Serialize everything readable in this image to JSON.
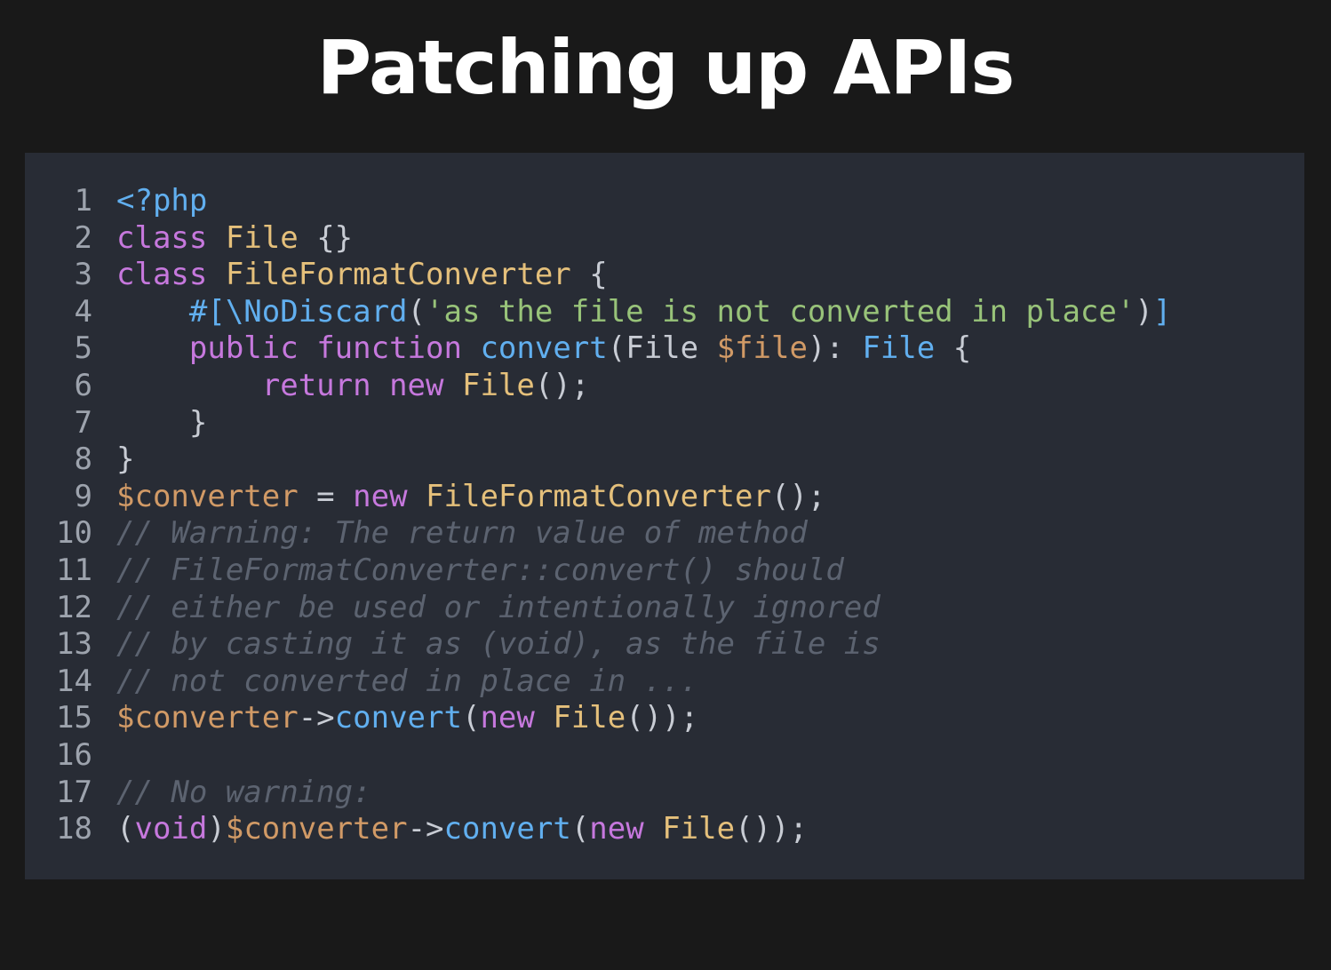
{
  "slide": {
    "title": "Patching up APIs"
  },
  "code": {
    "language": "php",
    "lines": [
      {
        "n": "1",
        "tokens": [
          {
            "t": "tag",
            "s": "<?php"
          }
        ]
      },
      {
        "n": "2",
        "tokens": [
          {
            "t": "k",
            "s": "class"
          },
          {
            "t": "p",
            "s": " "
          },
          {
            "t": "cl",
            "s": "File"
          },
          {
            "t": "p",
            "s": " {}"
          }
        ]
      },
      {
        "n": "3",
        "tokens": [
          {
            "t": "k",
            "s": "class"
          },
          {
            "t": "p",
            "s": " "
          },
          {
            "t": "cl",
            "s": "FileFormatConverter"
          },
          {
            "t": "p",
            "s": " {"
          }
        ]
      },
      {
        "n": "4",
        "tokens": [
          {
            "t": "p",
            "s": "    "
          },
          {
            "t": "fn",
            "s": "#[\\NoDiscard"
          },
          {
            "t": "p",
            "s": "("
          },
          {
            "t": "s",
            "s": "'as the file is not converted in place'"
          },
          {
            "t": "p",
            "s": ")"
          },
          {
            "t": "fn",
            "s": "]"
          }
        ]
      },
      {
        "n": "5",
        "tokens": [
          {
            "t": "p",
            "s": "    "
          },
          {
            "t": "k",
            "s": "public"
          },
          {
            "t": "p",
            "s": " "
          },
          {
            "t": "k",
            "s": "function"
          },
          {
            "t": "p",
            "s": " "
          },
          {
            "t": "fn",
            "s": "convert"
          },
          {
            "t": "p",
            "s": "(File "
          },
          {
            "t": "v",
            "s": "$file"
          },
          {
            "t": "p",
            "s": "): "
          },
          {
            "t": "fn",
            "s": "File"
          },
          {
            "t": "p",
            "s": " {"
          }
        ]
      },
      {
        "n": "6",
        "tokens": [
          {
            "t": "p",
            "s": "        "
          },
          {
            "t": "k",
            "s": "return"
          },
          {
            "t": "p",
            "s": " "
          },
          {
            "t": "k",
            "s": "new"
          },
          {
            "t": "p",
            "s": " "
          },
          {
            "t": "cl",
            "s": "File"
          },
          {
            "t": "p",
            "s": "();"
          }
        ]
      },
      {
        "n": "7",
        "tokens": [
          {
            "t": "p",
            "s": "    }"
          }
        ]
      },
      {
        "n": "8",
        "tokens": [
          {
            "t": "p",
            "s": "}"
          }
        ]
      },
      {
        "n": "9",
        "tokens": [
          {
            "t": "v",
            "s": "$converter"
          },
          {
            "t": "p",
            "s": " = "
          },
          {
            "t": "k",
            "s": "new"
          },
          {
            "t": "p",
            "s": " "
          },
          {
            "t": "cl",
            "s": "FileFormatConverter"
          },
          {
            "t": "p",
            "s": "();"
          }
        ]
      },
      {
        "n": "10",
        "tokens": [
          {
            "t": "c",
            "s": "// Warning: The return value of method"
          }
        ]
      },
      {
        "n": "11",
        "tokens": [
          {
            "t": "c",
            "s": "// FileFormatConverter::convert() should"
          }
        ]
      },
      {
        "n": "12",
        "tokens": [
          {
            "t": "c",
            "s": "// either be used or intentionally ignored"
          }
        ]
      },
      {
        "n": "13",
        "tokens": [
          {
            "t": "c",
            "s": "// by casting it as (void), as the file is"
          }
        ]
      },
      {
        "n": "14",
        "tokens": [
          {
            "t": "c",
            "s": "// not converted in place in ..."
          }
        ]
      },
      {
        "n": "15",
        "tokens": [
          {
            "t": "v",
            "s": "$converter"
          },
          {
            "t": "p",
            "s": "->"
          },
          {
            "t": "fn",
            "s": "convert"
          },
          {
            "t": "p",
            "s": "("
          },
          {
            "t": "k",
            "s": "new"
          },
          {
            "t": "p",
            "s": " "
          },
          {
            "t": "cl",
            "s": "File"
          },
          {
            "t": "p",
            "s": "());"
          }
        ]
      },
      {
        "n": "16",
        "tokens": []
      },
      {
        "n": "17",
        "tokens": [
          {
            "t": "c",
            "s": "// No warning:"
          }
        ]
      },
      {
        "n": "18",
        "tokens": [
          {
            "t": "p",
            "s": "("
          },
          {
            "t": "k",
            "s": "void"
          },
          {
            "t": "p",
            "s": ")"
          },
          {
            "t": "v",
            "s": "$converter"
          },
          {
            "t": "p",
            "s": "->"
          },
          {
            "t": "fn",
            "s": "convert"
          },
          {
            "t": "p",
            "s": "("
          },
          {
            "t": "k",
            "s": "new"
          },
          {
            "t": "p",
            "s": " "
          },
          {
            "t": "cl",
            "s": "File"
          },
          {
            "t": "p",
            "s": "());"
          }
        ]
      }
    ]
  },
  "colors": {
    "background": "#191919",
    "panel": "#282c35",
    "keyword": "#c678dd",
    "class_name": "#e5c07b",
    "function": "#61afef",
    "string": "#98c379",
    "variable": "#d19a66",
    "comment": "#5c6370",
    "punctuation": "#c8ccd4",
    "line_number": "#9da3ad"
  }
}
